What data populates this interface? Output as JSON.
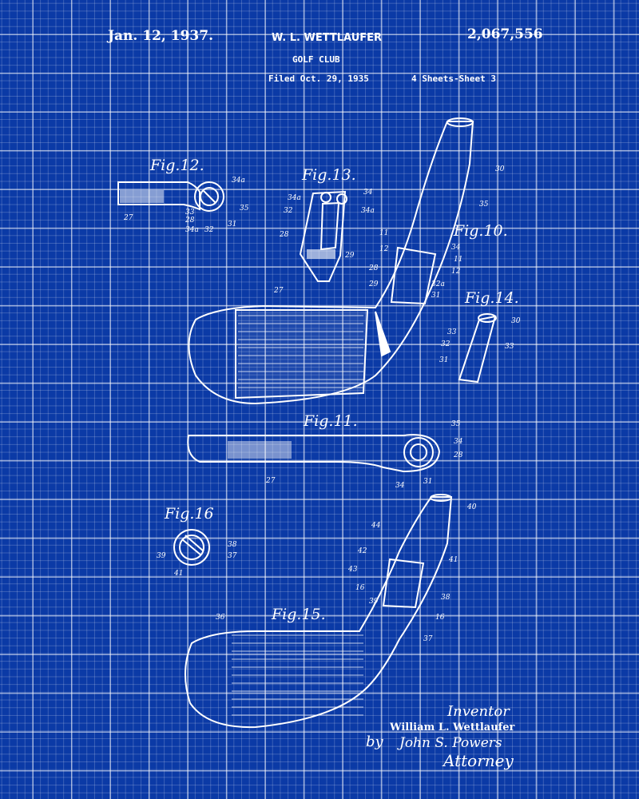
{
  "header": {
    "date": "Jan. 12, 1937.",
    "inventor_name": "W. L. WETTLAUFER",
    "patent_number": "2,067,556",
    "title": "GOLF CLUB",
    "filed": "Filed Oct. 29, 1935",
    "sheets": "4 Sheets-Sheet 3"
  },
  "figures": {
    "fig12": "Fig.12.",
    "fig13": "Fig.13.",
    "fig10": "Fig.10.",
    "fig14": "Fig.14.",
    "fig11": "Fig.11.",
    "fig16": "Fig.16",
    "fig15": "Fig.15."
  },
  "references": {
    "fig12": [
      "34a",
      "33",
      "28",
      "34a",
      "32",
      "31",
      "35",
      "27"
    ],
    "fig13": [
      "34",
      "34a",
      "32",
      "34a",
      "28",
      "29"
    ],
    "fig10": [
      "30",
      "35",
      "11",
      "12",
      "34",
      "11",
      "12",
      "28",
      "29",
      "32a",
      "31",
      "27"
    ],
    "fig14": [
      "30",
      "33",
      "32",
      "33",
      "31"
    ],
    "fig11": [
      "35",
      "34",
      "28",
      "27",
      "34",
      "31"
    ],
    "fig16": [
      "38",
      "39",
      "37",
      "41"
    ],
    "fig15": [
      "40",
      "44",
      "42",
      "41",
      "43",
      "16",
      "38",
      "39",
      "16",
      "37",
      "36"
    ]
  },
  "signature": {
    "inventor_label": "Inventor",
    "inventor": "William L. Wettlaufer",
    "by": "by",
    "attorney_name": "John S. Powers",
    "attorney_label": "Attorney"
  },
  "colors": {
    "background": "#0b3aa6",
    "ink": "#ffffff"
  }
}
